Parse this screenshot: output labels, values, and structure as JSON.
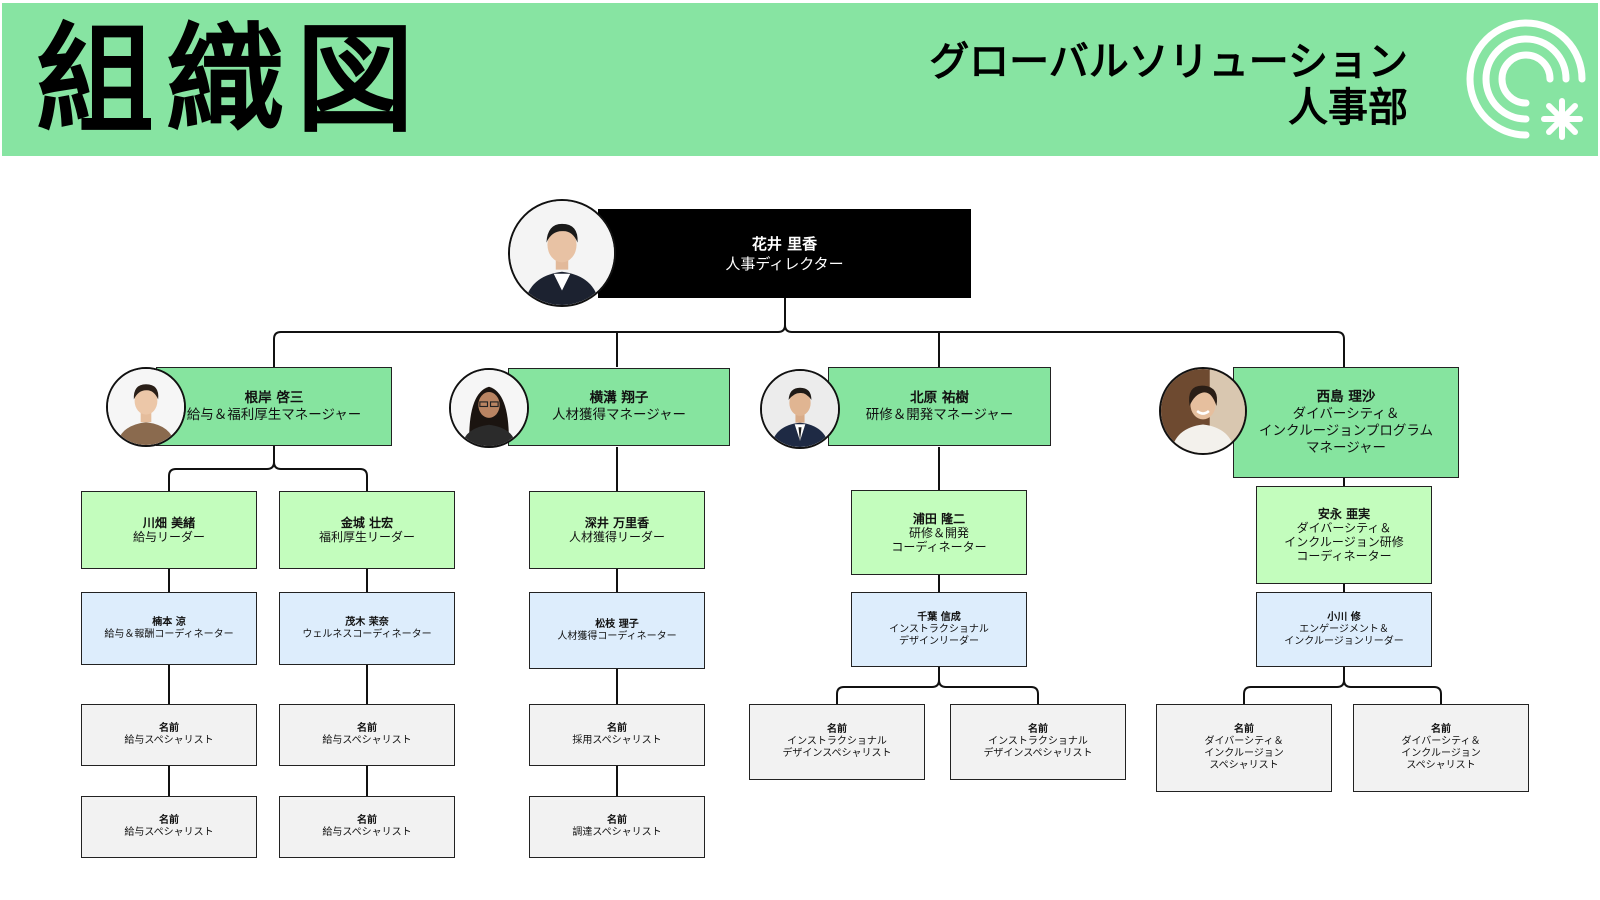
{
  "header": {
    "title": "組織図",
    "company_line1": "グローバルソリューション",
    "company_line2": "人事部"
  },
  "director": {
    "name": "花井 里香",
    "role": "人事ディレクター"
  },
  "managers": [
    {
      "name": "根岸 啓三",
      "role": "給与＆福利厚生マネージャー"
    },
    {
      "name": "横溝 翔子",
      "role": "人材獲得マネージャー"
    },
    {
      "name": "北原 祐樹",
      "role": "研修＆開発マネージャー"
    },
    {
      "name": "西島 理沙",
      "role1": "ダイバーシティ＆",
      "role2": "インクルージョンプログラム",
      "role3": "マネージャー"
    }
  ],
  "leads": [
    {
      "name": "川畑 美緒",
      "role": "給与リーダー"
    },
    {
      "name": "金城 壮宏",
      "role": "福利厚生リーダー"
    },
    {
      "name": "深井 万里香",
      "role": "人材獲得リーダー"
    },
    {
      "name": "浦田 隆二",
      "role1": "研修＆開発",
      "role2": "コーディネーター"
    },
    {
      "name": "安永 亜実",
      "role1": "ダイバーシティ＆",
      "role2": "インクルージョン研修",
      "role3": "コーディネーター"
    }
  ],
  "coordinators": [
    {
      "name": "楠本 涼",
      "role": "給与＆報酬コーディネーター"
    },
    {
      "name": "茂木 茉奈",
      "role": "ウェルネスコーディネーター"
    },
    {
      "name": "松枝 理子",
      "role": "人材獲得コーディネーター"
    },
    {
      "name": "千葉 信成",
      "role1": "インストラクショナル",
      "role2": "デザインリーダー"
    },
    {
      "name": "小川 修",
      "role1": "エンゲージメント＆",
      "role2": "インクルージョンリーダー"
    }
  ],
  "specialists": [
    {
      "name": "名前",
      "role": "給与スペシャリスト"
    },
    {
      "name": "名前",
      "role": "給与スペシャリスト"
    },
    {
      "name": "名前",
      "role": "給与スペシャリスト"
    },
    {
      "name": "名前",
      "role": "給与スペシャリスト"
    },
    {
      "name": "名前",
      "role": "採用スペシャリスト"
    },
    {
      "name": "名前",
      "role": "調達スペシャリスト"
    },
    {
      "name": "名前",
      "role1": "インストラクショナル",
      "role2": "デザインスペシャリスト"
    },
    {
      "name": "名前",
      "role1": "インストラクショナル",
      "role2": "デザインスペシャリスト"
    },
    {
      "name": "名前",
      "role1": "ダイバーシティ＆",
      "role2": "インクルージョン",
      "role3": "スペシャリスト"
    },
    {
      "name": "名前",
      "role1": "ダイバーシティ＆",
      "role2": "インクルージョン",
      "role3": "スペシャリスト"
    }
  ],
  "colors": {
    "header_bg": "#87e4a2",
    "manager_green": "#86e49f",
    "lead_green": "#c3fdbd",
    "coordinator_blue": "#ddedfc",
    "specialist_gray": "#f2f2f2",
    "director_black": "#000000"
  },
  "icons": {
    "logo": "concentric-arcs-asterisk-logo"
  }
}
